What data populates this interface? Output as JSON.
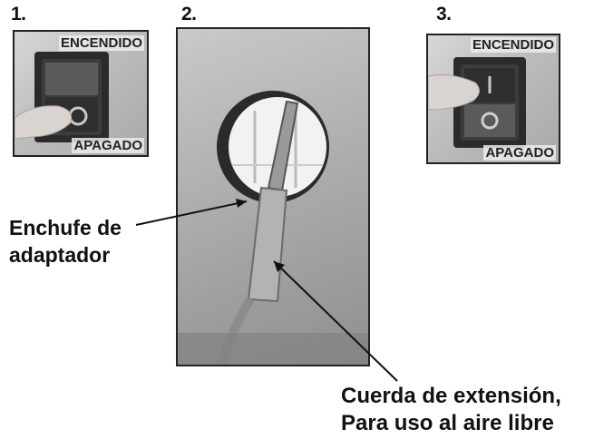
{
  "steps": {
    "one": {
      "number": "1.",
      "on_label": "ENCENDIDO",
      "off_label": "APAGADO",
      "switch_state": "pressed-off"
    },
    "two": {
      "number": "2.",
      "adapter_label_line1": "Enchufe de",
      "adapter_label_line2": "adaptador",
      "cord_label_line1": "Cuerda de extensión,",
      "cord_label_line2": "Para uso al aire libre"
    },
    "three": {
      "number": "3.",
      "on_label": "ENCENDIDO",
      "off_label": "APAGADO",
      "switch_state": "pressed-on"
    }
  },
  "switch_symbols": {
    "on": "I",
    "off": "O"
  },
  "colors": {
    "ink": "#111111",
    "switch_body": "#2a2a2a",
    "panel_gray": "#b5b5b5"
  }
}
